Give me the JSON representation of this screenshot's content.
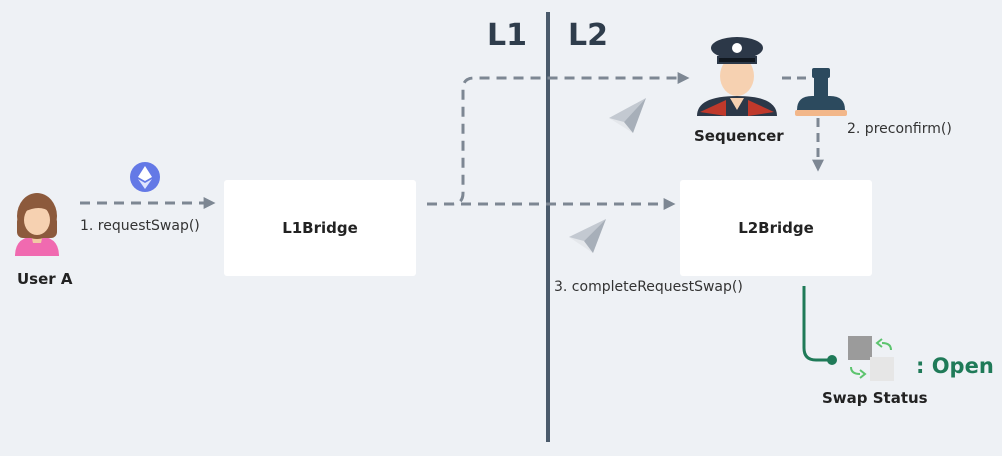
{
  "layers": {
    "left": "L1",
    "right": "L2"
  },
  "actors": {
    "user": {
      "label": "User A",
      "icon": "user-avatar-icon"
    },
    "sequencer": {
      "label": "Sequencer",
      "icon": "police-officer-icon"
    }
  },
  "boxes": {
    "l1_bridge": "L1Bridge",
    "l2_bridge": "L2Bridge"
  },
  "steps": {
    "request": "1. requestSwap()",
    "preconfirm": "2. preconfirm()",
    "complete": "3. completeRequestSwap()"
  },
  "swap_status": {
    "label": "Swap Status",
    "value": ": Open"
  },
  "colors": {
    "background": "#eef1f5",
    "arrow": "#7d8793",
    "divider": "#4a5a6b",
    "status_green": "#1f7a58",
    "ethereum": "#6479e6"
  }
}
